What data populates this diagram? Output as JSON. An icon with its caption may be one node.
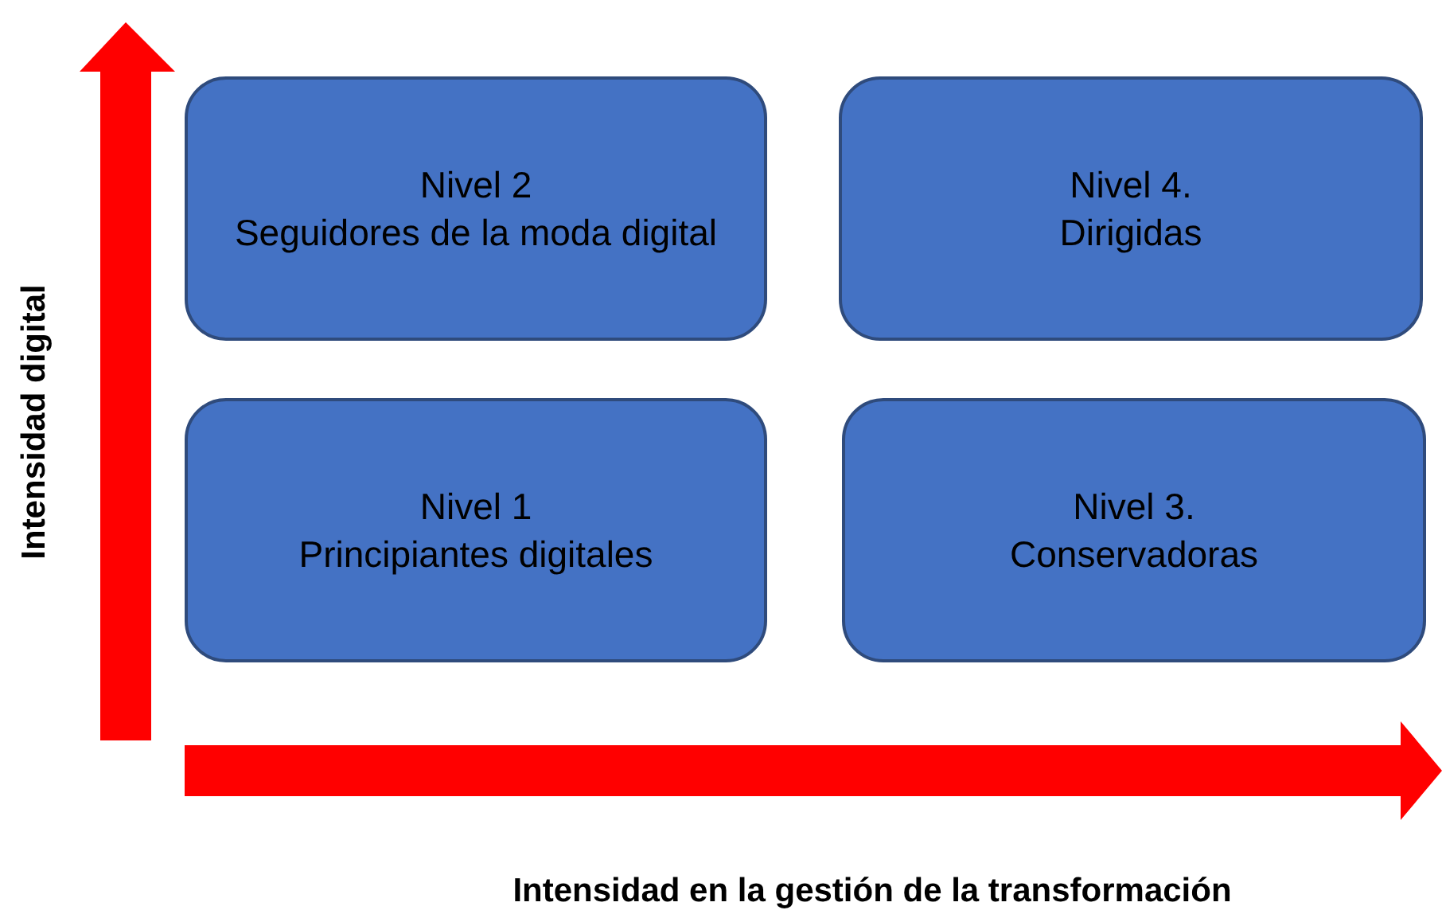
{
  "diagram": {
    "nodes": [
      {
        "text": [
          "Nivel 2",
          "Seguidores de la moda digital"
        ]
      },
      {
        "text": [
          "Nivel 4.",
          "Dirigidas"
        ]
      },
      {
        "text": [
          "Nivel 1",
          "Principiantes digitales"
        ]
      },
      {
        "text": [
          "Nivel 3.",
          "Conservadoras"
        ]
      }
    ],
    "edges": [],
    "labels": [
      "Intensidad digital",
      "Intensidad en la gestión de la transformación"
    ]
  }
}
